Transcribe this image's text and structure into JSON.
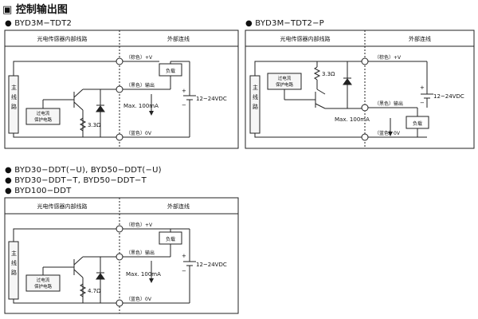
{
  "title": "控制输出图",
  "models": {
    "m1": "● BYD3M−TDT2",
    "m2": "● BYD3M−TDT2−P",
    "m3a": "● BYD30−DDT(−U), BYD50−DDT(−U)",
    "m3b": "● BYD30−DDT−T, BYD50−DDT−T",
    "m3c": "● BYD100−DDT"
  },
  "labels": {
    "header_internal": "光电传感器内部线路",
    "header_external": "外部连线",
    "main_circuit": "主线路",
    "protect_line1": "过电流",
    "protect_line2": "保护电路",
    "brown": "（棕色）+V",
    "black": "（黑色）输出",
    "blue": "（蓝色）0V",
    "load": "负载",
    "max_current": "Max. 100mA",
    "voltage": "12~24VDC",
    "plus": "+",
    "minus": "−",
    "res1": "3.3Ω",
    "res2": "3.3Ω",
    "res3": "4.7Ω"
  },
  "colors": {
    "line": "#222222",
    "box": "#f6f6f6"
  }
}
